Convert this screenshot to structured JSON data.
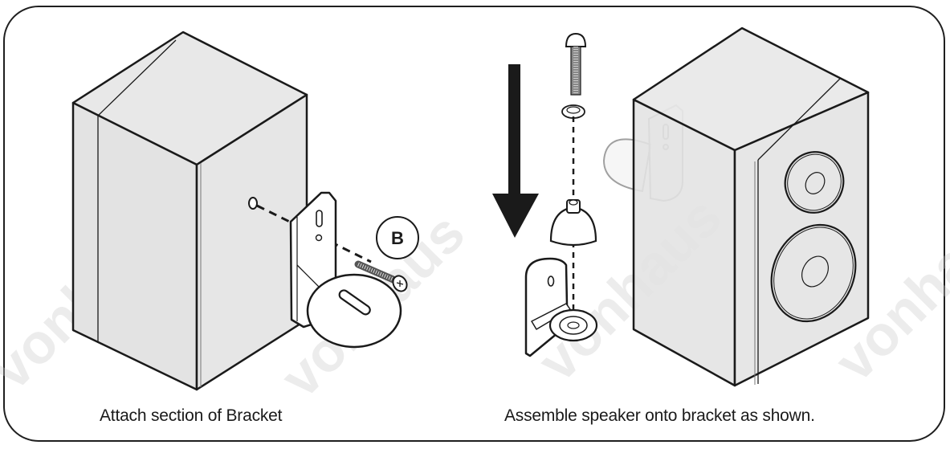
{
  "panels": [
    {
      "id": "step-left",
      "caption": "Attach section of Bracket",
      "part_label": "B",
      "elements": [
        "speaker-cabinet",
        "mounting-hole",
        "bracket",
        "screw",
        "dashed-guide-line"
      ]
    },
    {
      "id": "step-right",
      "caption": "Assemble speaker onto bracket as shown.",
      "elements": [
        "down-arrow",
        "bolt",
        "washer",
        "dome-cap",
        "bracket-base",
        "speaker-front",
        "tweeter",
        "woofer",
        "ghost-bracket"
      ]
    }
  ],
  "watermark": "vonhaus",
  "colors": {
    "outline": "#1a1a1a",
    "cabinet_fill": "#e6e6e6",
    "ghost_outline": "#9a9a9a",
    "watermark": "#e4e4e4"
  }
}
